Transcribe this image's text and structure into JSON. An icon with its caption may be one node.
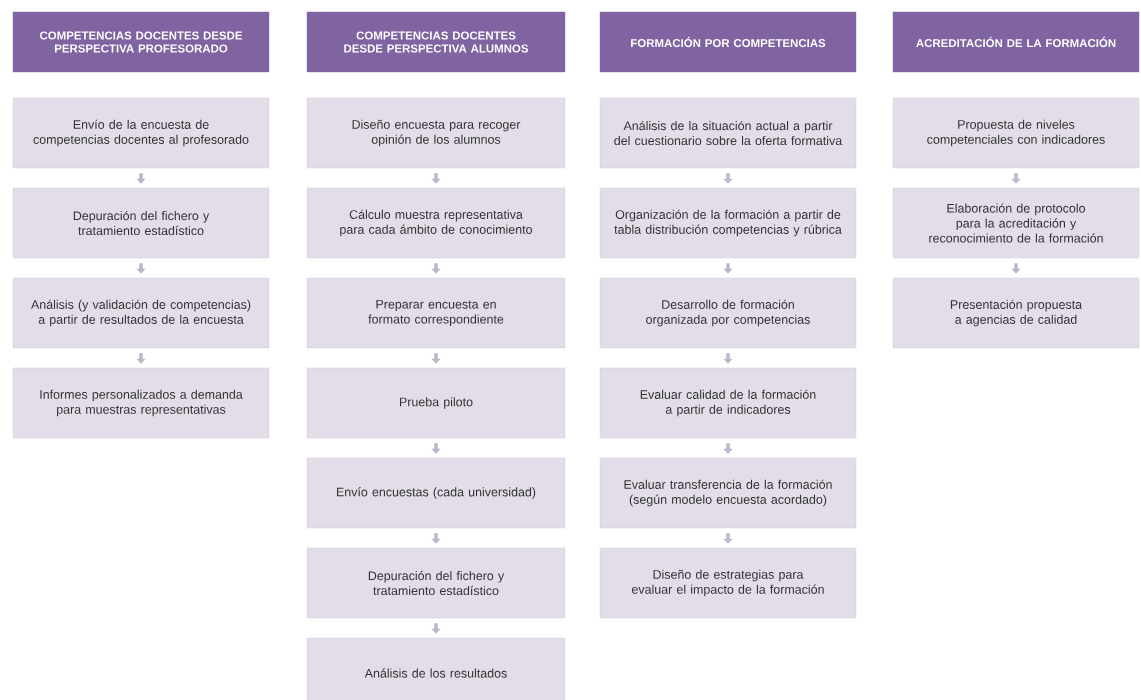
{
  "diagram": {
    "nodes": [
      {
        "text": [
          "COMPETENCIAS DOCENTES DESDE PERSPECTIVA PROFESORADO"
        ]
      },
      {
        "text": [
          "Envío de la encuesta de competencias docentes al profesorado"
        ]
      },
      {
        "text": [
          "Depuración del fichero y tratamiento estadístico"
        ]
      },
      {
        "text": [
          "Análisis (y validación de competencias) a partir de resultados de la encuesta"
        ]
      },
      {
        "text": [
          "Informes personalizados a demanda para muestras representativas"
        ]
      },
      {
        "text": [
          "COMPETENCIAS DOCENTES DESDE PERSPECTIVA ALUMNOS"
        ]
      },
      {
        "text": [
          "Diseño encuesta para recoger opinión de los alumnos"
        ]
      },
      {
        "text": [
          "Cálculo muestra representativa para cada ámbito de conocimiento"
        ]
      },
      {
        "text": [
          "Preparar encuesta en formato correspondiente"
        ]
      },
      {
        "text": [
          "Prueba piloto"
        ]
      },
      {
        "text": [
          "Envío encuestas (cada universidad)"
        ]
      },
      {
        "text": [
          "Depuración del fichero y tratamiento estadístico"
        ]
      },
      {
        "text": [
          "Análisis de los resultados"
        ]
      },
      {
        "text": [
          "FORMACIÓN POR COMPETENCIAS"
        ]
      },
      {
        "text": [
          "Análisis de la situación actual a partir del cuestionario sobre la oferta formativa"
        ]
      },
      {
        "text": [
          "Organización de la formación a partir de tabla distribución competencias y rúbrica"
        ]
      },
      {
        "text": [
          "Desarrollo de formación organizada por competencias"
        ]
      },
      {
        "text": [
          "Evaluar calidad de la formación a partir de indicadores"
        ]
      },
      {
        "text": [
          "Evaluar transferencia de la formación (según modelo encuesta acordado)"
        ]
      },
      {
        "text": [
          "Diseño de estrategias para evaluar el impacto de la formación"
        ]
      },
      {
        "text": [
          "ACREDITACIÓN DE LA FORMACIÓN"
        ]
      },
      {
        "text": [
          "Propuesta de niveles competenciales con indicadores"
        ]
      },
      {
        "text": [
          "Elaboración de protocolo para la acreditación y reconocimiento de la formación"
        ]
      },
      {
        "text": [
          "Presentación propuesta a agencias de calidad"
        ]
      }
    ],
    "edges": [
      {
        "from": 1,
        "to": 2,
        "arrow": "to"
      },
      {
        "from": 2,
        "to": 3,
        "arrow": "to"
      },
      {
        "from": 3,
        "to": 4,
        "arrow": "to"
      },
      {
        "from": 6,
        "to": 7,
        "arrow": "to"
      },
      {
        "from": 7,
        "to": 8,
        "arrow": "to"
      },
      {
        "from": 8,
        "to": 9,
        "arrow": "to"
      },
      {
        "from": 9,
        "to": 10,
        "arrow": "to"
      },
      {
        "from": 10,
        "to": 11,
        "arrow": "to"
      },
      {
        "from": 11,
        "to": 12,
        "arrow": "to"
      },
      {
        "from": 14,
        "to": 15,
        "arrow": "to"
      },
      {
        "from": 15,
        "to": 16,
        "arrow": "to"
      },
      {
        "from": 16,
        "to": 17,
        "arrow": "to"
      },
      {
        "from": 17,
        "to": 18,
        "arrow": "to"
      },
      {
        "from": 18,
        "to": 19,
        "arrow": "to"
      },
      {
        "from": 21,
        "to": 22,
        "arrow": "to"
      },
      {
        "from": 22,
        "to": 23,
        "arrow": "to"
      }
    ]
  }
}
